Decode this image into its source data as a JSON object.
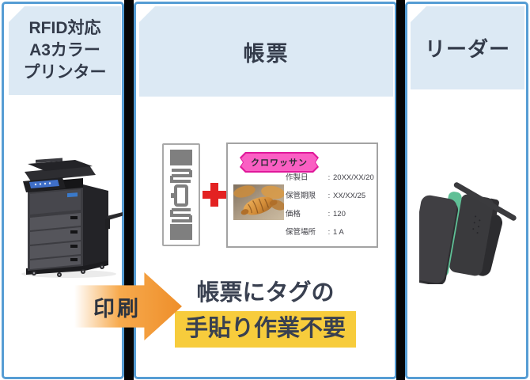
{
  "panels": {
    "printer": {
      "title_lines": [
        "RFID対応",
        "A3カラー",
        "プリンター"
      ],
      "illustration": "multifunction-a3-color-printer"
    },
    "form": {
      "title": "帳票",
      "tag_icon": "rfid-tag-inlay",
      "plus_icon": "+",
      "label_card": {
        "product_name": "クロワッサン",
        "photo": "croissant-photo",
        "separator": ":",
        "fields": [
          {
            "label": "作製日",
            "value": "20XX/XX/20"
          },
          {
            "label": "保管期限",
            "value": "XX/XX/25"
          },
          {
            "label": "価格",
            "value": "120"
          },
          {
            "label": "保管場所",
            "value": "1 A"
          }
        ]
      },
      "message_line1": "帳票にタグの",
      "message_line2": "手貼り作業不要"
    },
    "reader": {
      "title": "リーダー",
      "illustration": "handheld-rfid-reader"
    }
  },
  "arrow": {
    "label": "印刷"
  },
  "colors": {
    "panel_border": "#569dd4",
    "divider": "#050505",
    "header_bg": "#dce9f4",
    "heading_text": "#333b4a",
    "message_text": "#394050",
    "highlight_yellow": "#f7cc3c",
    "arrow_orange": "#ee8e2a",
    "arrow_label": "#2d3440",
    "plus_red": "#e32222",
    "tag_gray": "#7f7f7f",
    "label_pink": "#fa5fc3",
    "label_pink_border": "#e0189a",
    "reader_teal": "#5fc096",
    "reader_body": "#3a3a3d"
  }
}
